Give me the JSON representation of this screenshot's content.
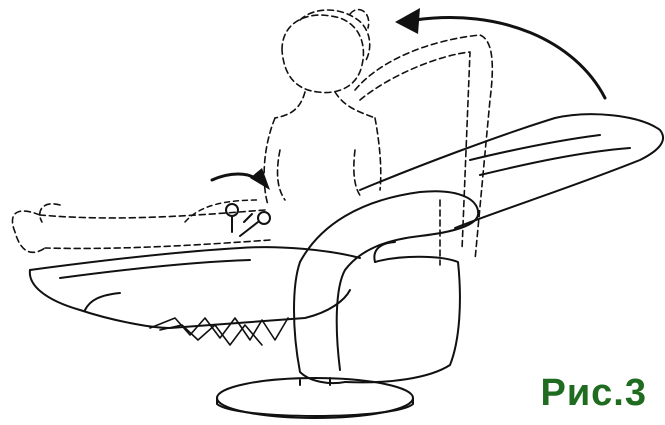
{
  "figure": {
    "label": "Рис.3",
    "label_color": "#1f6b1f"
  },
  "colors": {
    "line": "#111111",
    "paper": "#ffffff"
  },
  "parts": {
    "base": "round-pedestal-base",
    "chair": "recliner-chair",
    "person": "seated-person-dashed",
    "lever": "recline-lever",
    "arrows": [
      "backrest-arrow",
      "lever-arrow"
    ]
  }
}
